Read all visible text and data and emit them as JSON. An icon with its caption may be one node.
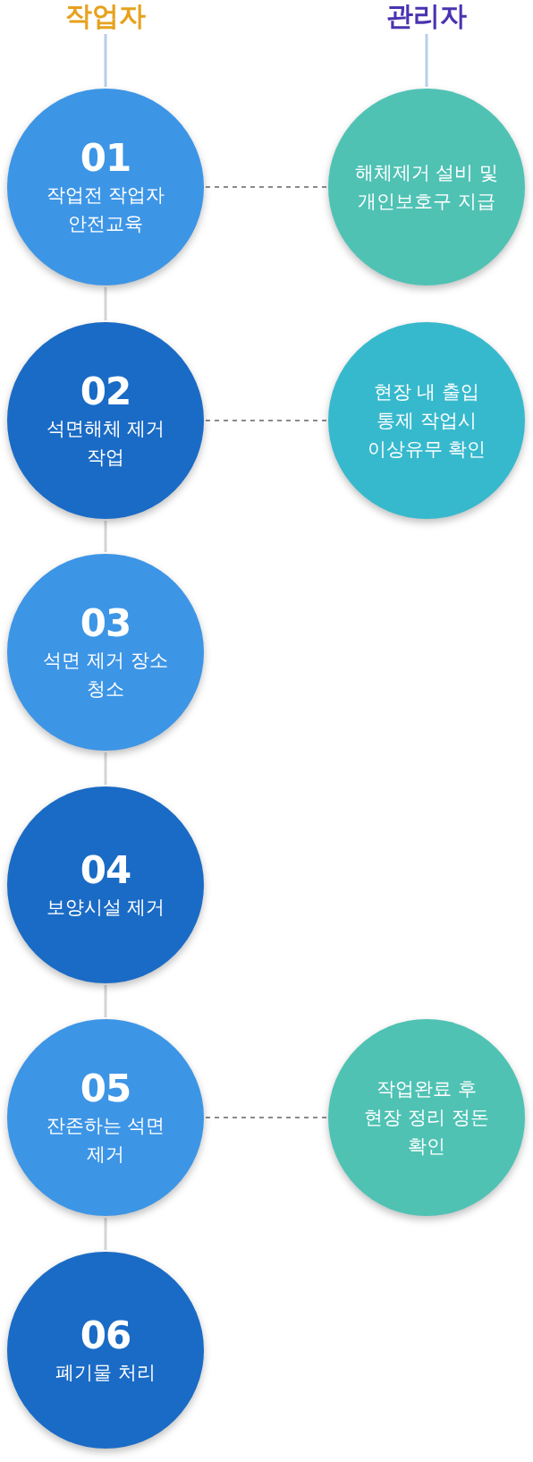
{
  "diagram": {
    "nodes": [
      {
        "text": [
          "작업자"
        ]
      },
      {
        "text": [
          "관리자"
        ]
      },
      {
        "text": [
          "01",
          "작업전 작업자 안전교육"
        ]
      },
      {
        "text": [
          "해체제거 설비 및 개인보호구 지급"
        ]
      },
      {
        "text": [
          "02",
          "석면해체 제거 작업"
        ]
      },
      {
        "text": [
          "현장 내 출입 통제 작업시 이상유무 확인"
        ]
      },
      {
        "text": [
          "03",
          "석면 제거 장소 청소"
        ]
      },
      {
        "text": [
          "04",
          "보양시설 제거"
        ]
      },
      {
        "text": [
          "05",
          "잔존하는 석면 제거"
        ]
      },
      {
        "text": [
          "작업완료 후 현장 정리 정돈 확인"
        ]
      },
      {
        "text": [
          "06",
          "폐기물 처리"
        ]
      }
    ],
    "edges": [
      {
        "from": 0,
        "to": 2,
        "arrow": "none",
        "color": "#b8cdea"
      },
      {
        "from": 1,
        "to": 3,
        "arrow": "none",
        "color": "#b8cdea"
      },
      {
        "from": 2,
        "to": 3,
        "arrow": "none",
        "style": "dashed",
        "color": "#8a8a8a"
      },
      {
        "from": 2,
        "to": 4,
        "arrow": "none"
      },
      {
        "from": 4,
        "to": 5,
        "arrow": "none",
        "style": "dashed",
        "color": "#8a8a8a"
      },
      {
        "from": 4,
        "to": 6,
        "arrow": "none"
      },
      {
        "from": 6,
        "to": 7,
        "arrow": "none"
      },
      {
        "from": 7,
        "to": 8,
        "arrow": "none"
      },
      {
        "from": 8,
        "to": 9,
        "arrow": "none",
        "style": "dashed",
        "color": "#8a8a8a"
      },
      {
        "from": 8,
        "to": 10,
        "arrow": "none"
      }
    ]
  }
}
